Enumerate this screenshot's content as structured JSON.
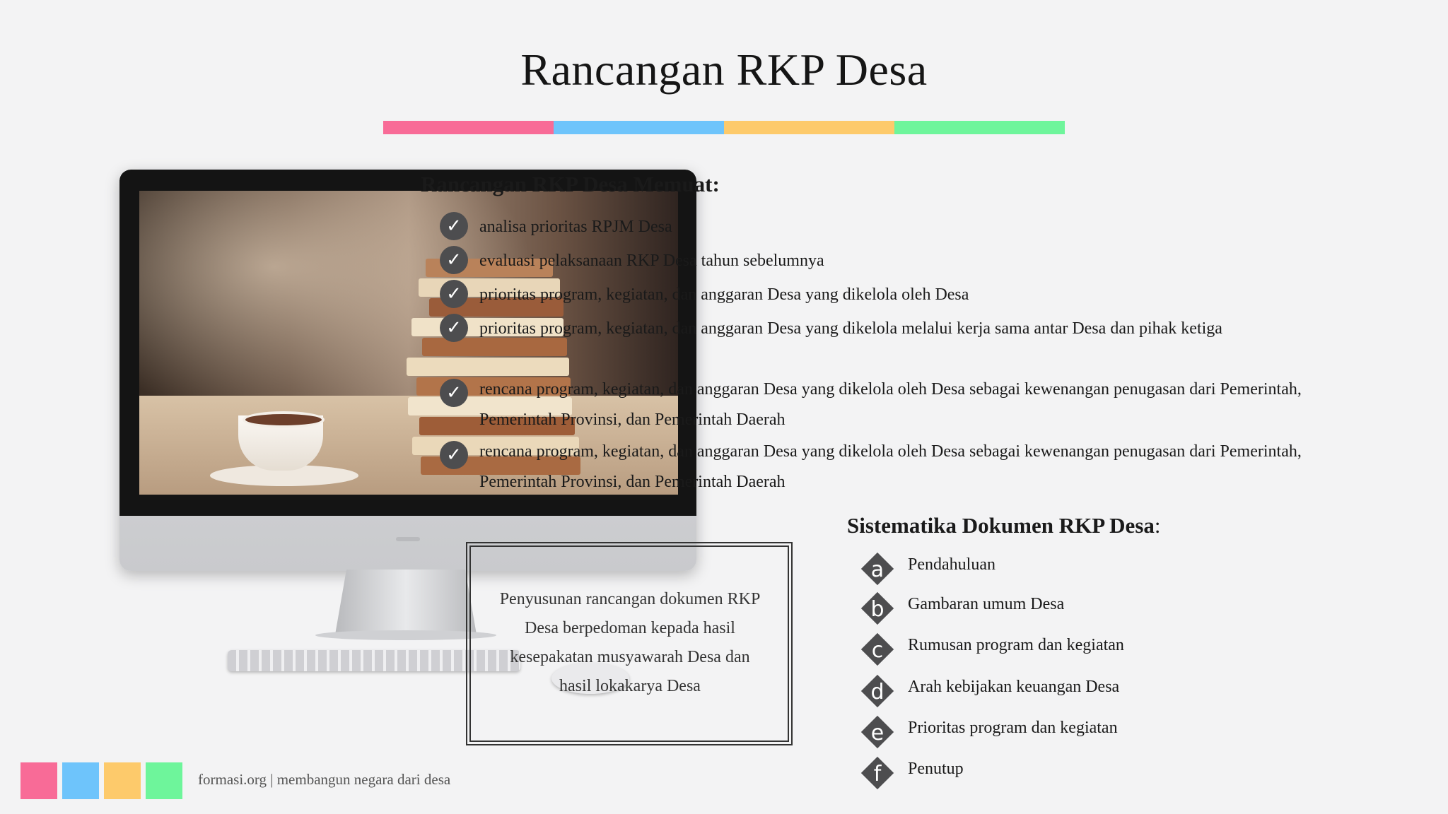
{
  "title": "Rancangan RKP Desa",
  "color_bar": [
    "#f86b97",
    "#6ec4fb",
    "#fdca6b",
    "#6ef59b"
  ],
  "checklist": {
    "heading": "Rancangan RKP Desa Memuat:",
    "icon": "check-circle-icon",
    "items": [
      {
        "line1": "analisa prioritas RPJM Desa",
        "line2": ""
      },
      {
        "line1": "evaluasi pelaksanaan RKP Desa tahun sebelumnya",
        "line2": ""
      },
      {
        "line1": "prioritas program, kegiatan, dan anggaran Desa yang dikelola oleh Desa",
        "line2": ""
      },
      {
        "line1": "prioritas program, kegiatan, dan anggaran Desa yang dikelola melalui kerja sama antar Desa dan pihak ketiga",
        "line2": ""
      },
      {
        "line1": "rencana program, kegiatan, dan anggaran Desa yang dikelola oleh Desa sebagai kewenangan penugasan dari Pemerintah,",
        "line2": "Pemerintah Provinsi, dan Pemerintah Daerah"
      },
      {
        "line1": "rencana program, kegiatan, dan anggaran Desa yang dikelola oleh Desa sebagai kewenangan penugasan dari Pemerintah,",
        "line2": "Pemerintah Provinsi, dan Pemerintah Daerah"
      }
    ]
  },
  "note": {
    "lines": [
      "Penyusunan rancangan dokumen RKP",
      "Desa berpedoman kepada hasil",
      "kesepakatan musyawarah Desa dan",
      "hasil lokakarya Desa"
    ]
  },
  "systematics": {
    "heading": "Sistematika Dokumen RKP Desa",
    "colon": ":",
    "items": [
      {
        "letter": "a",
        "label": "Pendahuluan"
      },
      {
        "letter": "b",
        "label": "Gambaran umum Desa"
      },
      {
        "letter": "c",
        "label": "Rumusan program dan kegiatan"
      },
      {
        "letter": "d",
        "label": "Arah kebijakan keuangan Desa"
      },
      {
        "letter": "e",
        "label": "Prioritas program dan kegiatan"
      },
      {
        "letter": "f",
        "label": "Penutup"
      }
    ]
  },
  "footer": {
    "colors": [
      "#f86b97",
      "#6ec4fb",
      "#fdca6b",
      "#6ef59b"
    ],
    "text": "formasi.org | membangun negara dari desa"
  }
}
